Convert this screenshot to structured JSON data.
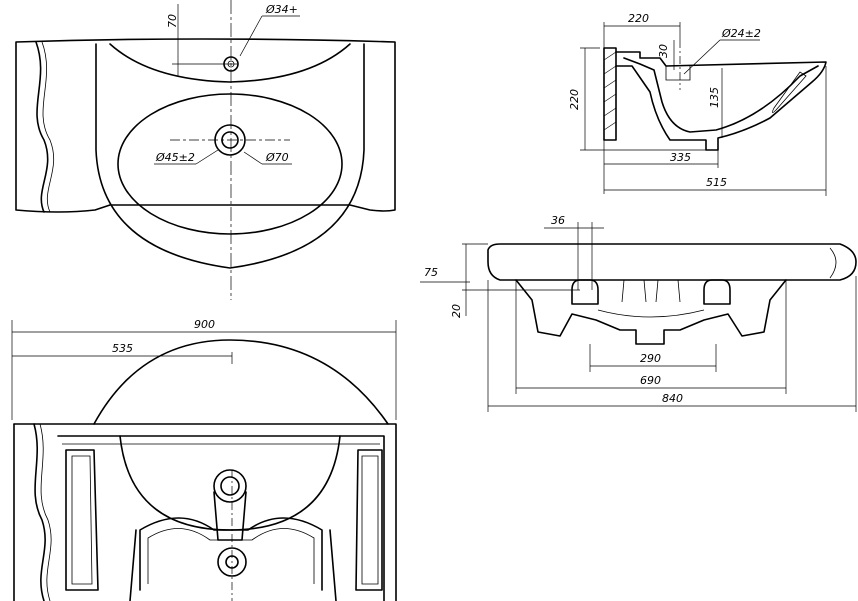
{
  "drawing": {
    "top_view": {
      "dim_70": "70",
      "dim_d34": "Ø34+",
      "dim_d45": "Ø45±2",
      "dim_d70": "Ø70"
    },
    "side_view": {
      "dim_220_top": "220",
      "dim_30": "30",
      "dim_d24": "Ø24±2",
      "dim_220_left": "220",
      "dim_135": "135",
      "dim_335": "335",
      "dim_515": "515"
    },
    "front_view": {
      "dim_36": "36",
      "dim_75": "75",
      "dim_20": "20",
      "dim_290": "290",
      "dim_690": "690",
      "dim_840": "840"
    },
    "bottom_view": {
      "dim_900": "900",
      "dim_535": "535"
    }
  }
}
